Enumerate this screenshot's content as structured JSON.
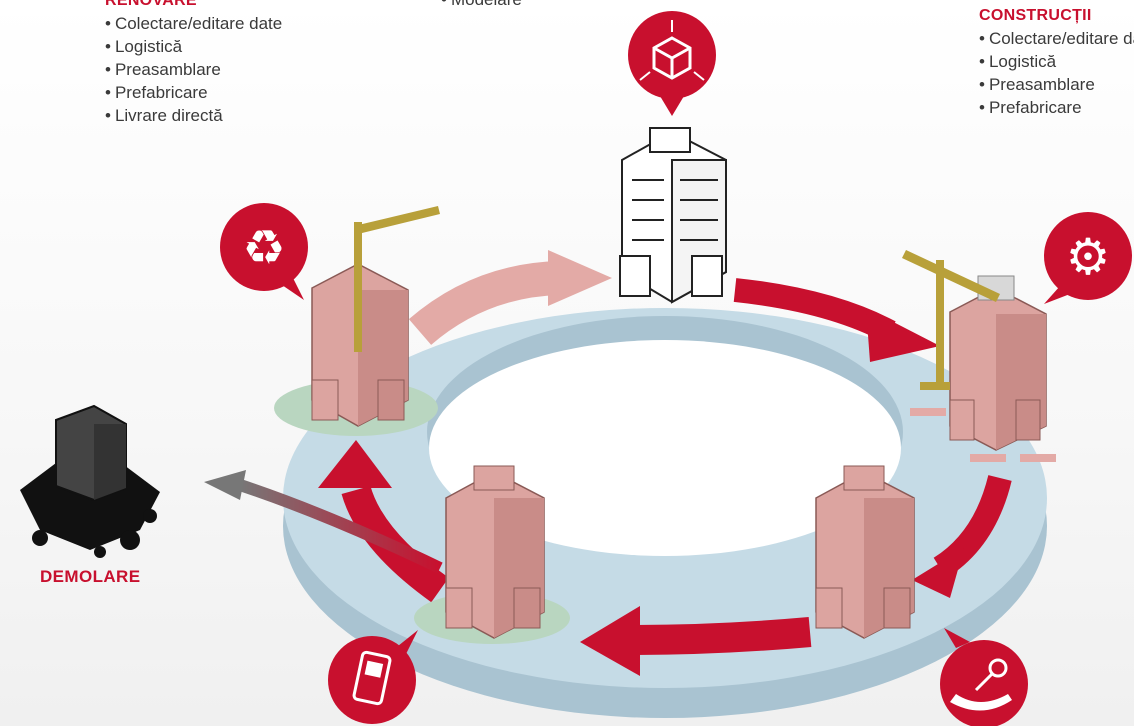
{
  "renovare": {
    "heading": "RENOVARE",
    "items": [
      "Colectare/editare date",
      "Logistică",
      "Preasamblare",
      "Prefabricare",
      "Livrare directă"
    ]
  },
  "proiectare": {
    "items": [
      "Modelare"
    ]
  },
  "constructii": {
    "heading": "CONSTRUCȚII",
    "items": [
      "Colectare/editare date",
      "Logistică",
      "Preasamblare",
      "Prefabricare"
    ]
  },
  "demolare": {
    "label": "DEMOLARE"
  },
  "icons": [
    "recycle-icon",
    "box-3d-icon",
    "gear-icon",
    "hand-key-icon",
    "mobile-phone-icon"
  ],
  "colors": {
    "accent": "#c8102e",
    "ring": "#c5dbe6",
    "building": "#dca4a0",
    "crane": "#b8a03a",
    "debris": "#111111"
  }
}
